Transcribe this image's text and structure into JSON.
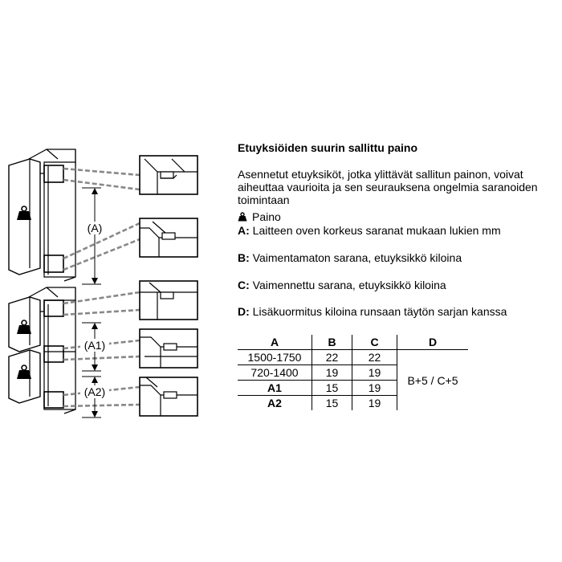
{
  "diagram": {
    "label_a": "(A)",
    "label_a1": "(A1)",
    "label_a2": "(A2)",
    "weight_icon": "weight-icon"
  },
  "text": {
    "title": "Etuyksiöiden suurin sallittu paino",
    "paragraph": "Asennetut etuyksiköt, jotka ylittävät sallitun painon, voivat aiheuttaa vaurioita ja sen seurauksena ongelmia saranoiden toimintaan",
    "legend": {
      "weight": "Paino",
      "a_key": "A:",
      "a_text": "Laitteen oven korkeus saranat mukaan lukien mm",
      "b_key": "B:",
      "b_text": "Vaimentamaton sarana, etuyksikkö kiloina",
      "c_key": "C:",
      "c_text": "Vaimennettu sarana, etuyksikkö kiloina",
      "d_key": "D:",
      "d_text": "Lisäkuormitus kiloina runsaan täytön sarjan kanssa"
    }
  },
  "table": {
    "headers": [
      "A",
      "B",
      "C",
      "D"
    ],
    "rows": [
      [
        "1500-1750",
        "22",
        "22"
      ],
      [
        "720-1400",
        "19",
        "19"
      ],
      [
        "A1",
        "15",
        "19"
      ],
      [
        "A2",
        "15",
        "19"
      ]
    ],
    "d_value": "B+5 / C+5"
  }
}
